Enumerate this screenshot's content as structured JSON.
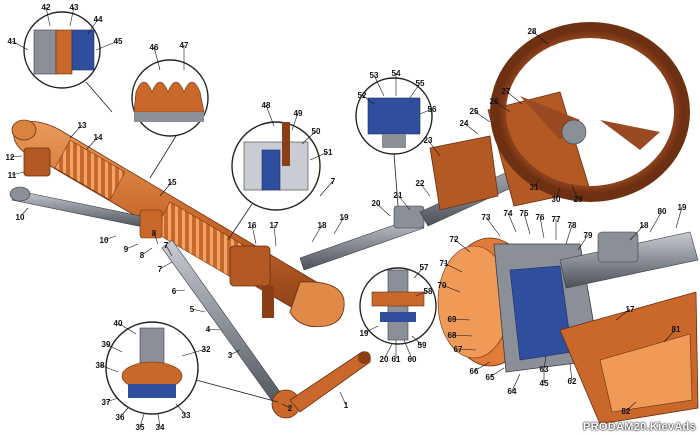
{
  "colors": {
    "rack_body": "#c9682a",
    "boot_orange": "#e07b3a",
    "steel_gray": "#8a8f98",
    "steel_dark": "#4c5058",
    "detail_blue": "#2f4f9e",
    "wheel_brown": "#9a4a22",
    "inset_outline": "#222222"
  },
  "callouts": [
    {
      "id": "1",
      "label": "1"
    },
    {
      "id": "2",
      "label": "2"
    },
    {
      "id": "3",
      "label": "3"
    },
    {
      "id": "4",
      "label": "4"
    },
    {
      "id": "5",
      "label": "5"
    },
    {
      "id": "6",
      "label": "6"
    },
    {
      "id": "7",
      "label": "7"
    },
    {
      "id": "8",
      "label": "8"
    },
    {
      "id": "9",
      "label": "9"
    },
    {
      "id": "10",
      "label": "10"
    },
    {
      "id": "11",
      "label": "11"
    },
    {
      "id": "12",
      "label": "12"
    },
    {
      "id": "13",
      "label": "13"
    },
    {
      "id": "14",
      "label": "14"
    },
    {
      "id": "15",
      "label": "15"
    },
    {
      "id": "16",
      "label": "16"
    },
    {
      "id": "17",
      "label": "17"
    },
    {
      "id": "18",
      "label": "18"
    },
    {
      "id": "19",
      "label": "19"
    },
    {
      "id": "20",
      "label": "20"
    },
    {
      "id": "21",
      "label": "21"
    },
    {
      "id": "22",
      "label": "22"
    },
    {
      "id": "23",
      "label": "23"
    },
    {
      "id": "24",
      "label": "24"
    },
    {
      "id": "25",
      "label": "25"
    },
    {
      "id": "26",
      "label": "26"
    },
    {
      "id": "27",
      "label": "27"
    },
    {
      "id": "28",
      "label": "28"
    },
    {
      "id": "29",
      "label": "29"
    },
    {
      "id": "30",
      "label": "30"
    },
    {
      "id": "31",
      "label": "31"
    },
    {
      "id": "32",
      "label": "32"
    },
    {
      "id": "33",
      "label": "33"
    },
    {
      "id": "34",
      "label": "34"
    },
    {
      "id": "35",
      "label": "35"
    },
    {
      "id": "36",
      "label": "36"
    },
    {
      "id": "37",
      "label": "37"
    },
    {
      "id": "38",
      "label": "38"
    },
    {
      "id": "39",
      "label": "39"
    },
    {
      "id": "40",
      "label": "40"
    },
    {
      "id": "41",
      "label": "41"
    },
    {
      "id": "42",
      "label": "42"
    },
    {
      "id": "43",
      "label": "43"
    },
    {
      "id": "44",
      "label": "44"
    },
    {
      "id": "45",
      "label": "45"
    },
    {
      "id": "46",
      "label": "46"
    },
    {
      "id": "47",
      "label": "47"
    },
    {
      "id": "48",
      "label": "48"
    },
    {
      "id": "49",
      "label": "49"
    },
    {
      "id": "50",
      "label": "50"
    },
    {
      "id": "51",
      "label": "51"
    },
    {
      "id": "52",
      "label": "52"
    },
    {
      "id": "53",
      "label": "53"
    },
    {
      "id": "54",
      "label": "54"
    },
    {
      "id": "55",
      "label": "55"
    },
    {
      "id": "56",
      "label": "56"
    },
    {
      "id": "57",
      "label": "57"
    },
    {
      "id": "58",
      "label": "58"
    },
    {
      "id": "59",
      "label": "59"
    },
    {
      "id": "60",
      "label": "60"
    },
    {
      "id": "61",
      "label": "61"
    },
    {
      "id": "62",
      "label": "62"
    },
    {
      "id": "63",
      "label": "63"
    },
    {
      "id": "64",
      "label": "64"
    },
    {
      "id": "65",
      "label": "65"
    },
    {
      "id": "66",
      "label": "66"
    },
    {
      "id": "67",
      "label": "67"
    },
    {
      "id": "68",
      "label": "68"
    },
    {
      "id": "69",
      "label": "69"
    },
    {
      "id": "70",
      "label": "70"
    },
    {
      "id": "71",
      "label": "71"
    },
    {
      "id": "72",
      "label": "72"
    },
    {
      "id": "73",
      "label": "73"
    },
    {
      "id": "74",
      "label": "74"
    },
    {
      "id": "75",
      "label": "75"
    },
    {
      "id": "76",
      "label": "76"
    },
    {
      "id": "77",
      "label": "77"
    },
    {
      "id": "78",
      "label": "78"
    },
    {
      "id": "79",
      "label": "79"
    },
    {
      "id": "80",
      "label": "80"
    },
    {
      "id": "81",
      "label": "81"
    },
    {
      "id": "82",
      "label": "82"
    },
    {
      "id": "7b",
      "label": "7"
    },
    {
      "id": "7c",
      "label": "7"
    },
    {
      "id": "8b",
      "label": "8"
    },
    {
      "id": "10b",
      "label": "10"
    },
    {
      "id": "17b",
      "label": "17"
    },
    {
      "id": "18b",
      "label": "18"
    },
    {
      "id": "19b",
      "label": "19"
    },
    {
      "id": "19c",
      "label": "19"
    },
    {
      "id": "20b",
      "label": "20"
    },
    {
      "id": "45b",
      "label": "45"
    }
  ],
  "watermark": "PRODAM20.KievAds"
}
